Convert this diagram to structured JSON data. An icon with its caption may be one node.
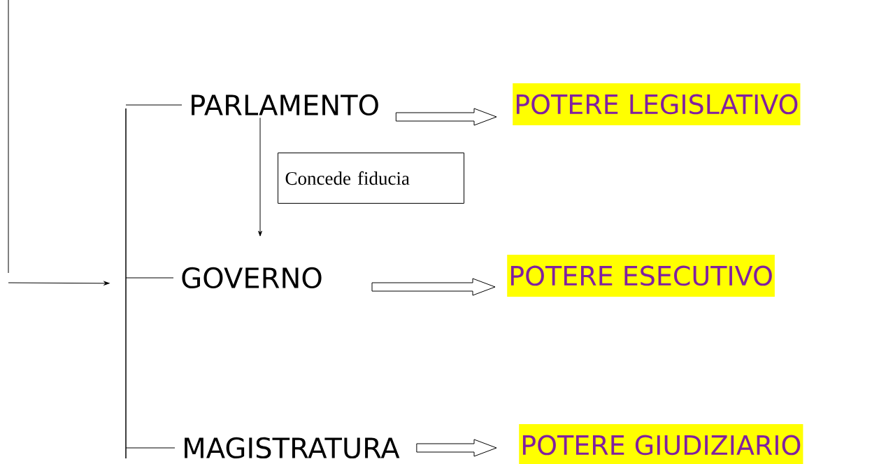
{
  "diagram": {
    "nodes": [
      {
        "text": [],
        "shape": "bar"
      },
      {
        "text": [
          "PARLAMENTO"
        ]
      },
      {
        "text": [
          "POTERE LEGISLATIVO"
        ]
      },
      {
        "text": [
          "Concede fiducia"
        ]
      },
      {
        "text": [
          "GOVERNO"
        ]
      },
      {
        "text": [
          "POTERE ESECUTIVO"
        ]
      },
      {
        "text": [
          "MAGISTRATURA"
        ]
      },
      {
        "text": [
          "POTERE GIUDIZIARIO"
        ]
      }
    ],
    "edges": [
      {
        "from": null,
        "to": 0,
        "arrow": "to"
      },
      {
        "from": 0,
        "to": 1,
        "arrow": "none"
      },
      {
        "from": 0,
        "to": 4,
        "arrow": "none"
      },
      {
        "from": 0,
        "to": 6,
        "arrow": "none"
      },
      {
        "from": 1,
        "to": 4,
        "arrow": "to"
      },
      {
        "from": 1,
        "to": 2,
        "arrow": "to",
        "style": "thick"
      },
      {
        "from": 4,
        "to": 5,
        "arrow": "to",
        "style": "thick"
      },
      {
        "from": 6,
        "to": 7,
        "arrow": "to",
        "style": "thick"
      }
    ]
  }
}
